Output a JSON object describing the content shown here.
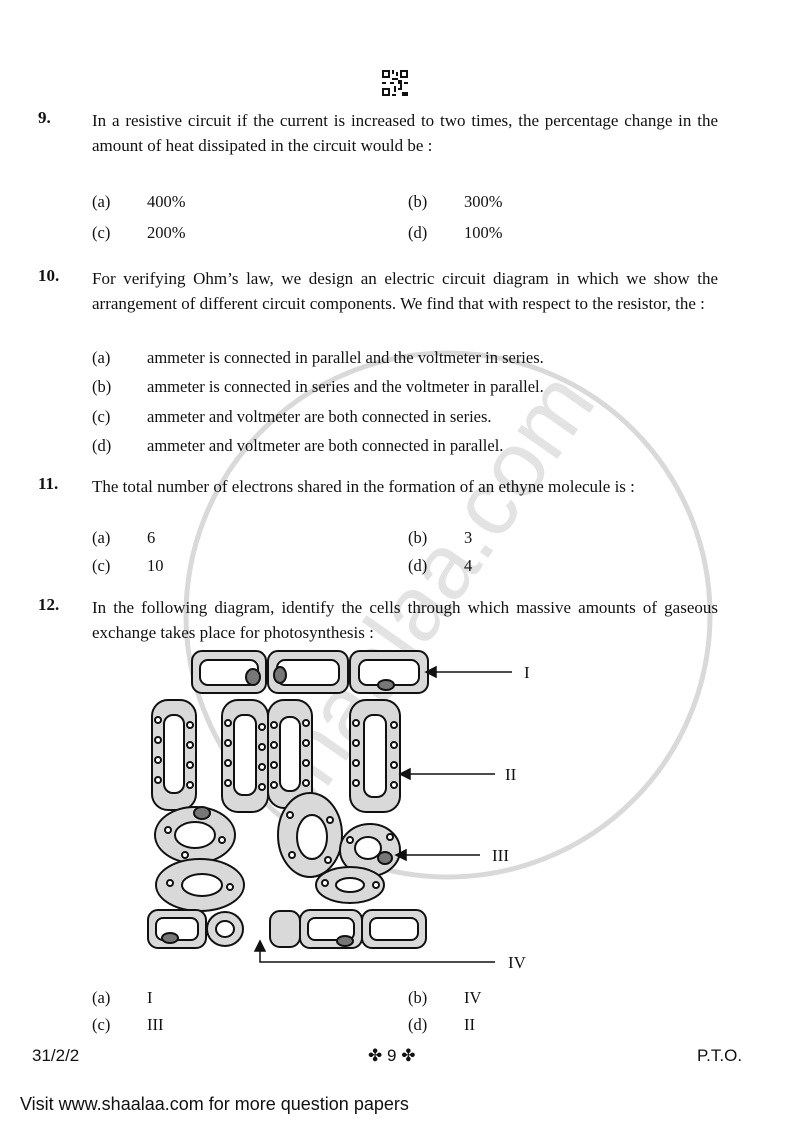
{
  "watermark_text": "shaalaa.com",
  "questions": [
    {
      "num": "9.",
      "text": "In a resistive circuit if the current is increased to two times, the percentage change in the amount of heat dissipated in the circuit would be :",
      "options": [
        {
          "label": "(a)",
          "text": "400%"
        },
        {
          "label": "(b)",
          "text": "300%"
        },
        {
          "label": "(c)",
          "text": "200%"
        },
        {
          "label": "(d)",
          "text": "100%"
        }
      ]
    },
    {
      "num": "10.",
      "text": "For verifying Ohm’s law, we design an electric circuit diagram in which we show the arrangement of different circuit components. We find that with respect to the resistor, the :",
      "options": [
        {
          "label": "(a)",
          "text": "ammeter is connected in parallel and the voltmeter in series."
        },
        {
          "label": "(b)",
          "text": "ammeter is connected in series and the voltmeter in parallel."
        },
        {
          "label": "(c)",
          "text": "ammeter and voltmeter are both connected in series."
        },
        {
          "label": "(d)",
          "text": "ammeter and voltmeter are both connected in parallel."
        }
      ]
    },
    {
      "num": "11.",
      "text": "The total number of electrons shared in the formation of an ethyne molecule is :",
      "options": [
        {
          "label": "(a)",
          "text": "6"
        },
        {
          "label": "(b)",
          "text": "3"
        },
        {
          "label": "(c)",
          "text": "10"
        },
        {
          "label": "(d)",
          "text": "4"
        }
      ]
    },
    {
      "num": "12.",
      "text": "In the following diagram, identify the cells through which massive amounts of gaseous exchange takes place for photosynthesis :",
      "options": [
        {
          "label": "(a)",
          "text": "I"
        },
        {
          "label": "(b)",
          "text": "IV"
        },
        {
          "label": "(c)",
          "text": "III"
        },
        {
          "label": "(d)",
          "text": "II"
        }
      ]
    }
  ],
  "diagram_labels": {
    "l1": "I",
    "l2": "II",
    "l3": "III",
    "l4": "IV"
  },
  "footer": {
    "code": "31/2/2",
    "page": "9",
    "pto": "P.T.O.",
    "visit": "Visit www.shaalaa.com for more question papers"
  }
}
